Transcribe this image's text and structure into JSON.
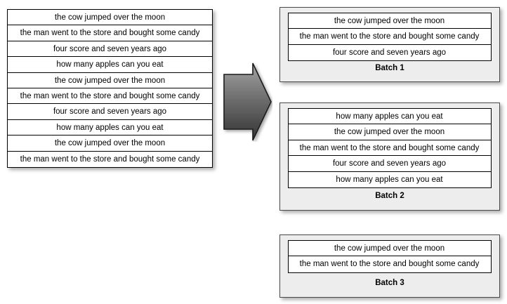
{
  "diagram": {
    "title": "batching-of-input-lines",
    "sentences": {
      "cow": "the cow jumped over the moon",
      "man": "the man went to the store and bought some candy",
      "four": "four score and seven years ago",
      "apples": "how many apples can you eat"
    }
  },
  "source_list": {
    "name": "input-sentence-list",
    "rows": [
      "the cow jumped over the moon",
      "the man went to the store and bought some candy",
      "four score and seven years ago",
      "how many apples can you eat",
      "the cow jumped over the moon",
      "the man went to the store and bought some candy",
      "four score and seven years ago",
      "how many apples can you eat",
      "the cow jumped over the moon",
      "the man went to the store and bought some candy"
    ]
  },
  "arrow": {
    "name": "flow-arrow-right",
    "direction": "right",
    "fill_top": "#9a9a9a",
    "fill_bottom": "#3c3c3c",
    "stroke": "#1a1a1a"
  },
  "batches": [
    {
      "label": "Batch 1",
      "rows": [
        "the cow jumped over the moon",
        "the man went to the store and bought some candy",
        "four score and seven years ago"
      ]
    },
    {
      "label": "Batch 2",
      "rows": [
        "how many apples can you eat",
        "the cow jumped over the moon",
        "the man went to the store and bought some candy",
        "four score and seven years ago",
        "how many apples can you eat"
      ]
    },
    {
      "label": "Batch 3",
      "rows": [
        "the cow jumped over the moon",
        "the man went to the store and bought some candy"
      ]
    }
  ],
  "colors": {
    "panel_background": "#ededed",
    "panel_border": "#4a4a4a",
    "table_background": "#ffffff",
    "table_border": "#000000",
    "text": "#000000",
    "page_background": "#ffffff"
  }
}
